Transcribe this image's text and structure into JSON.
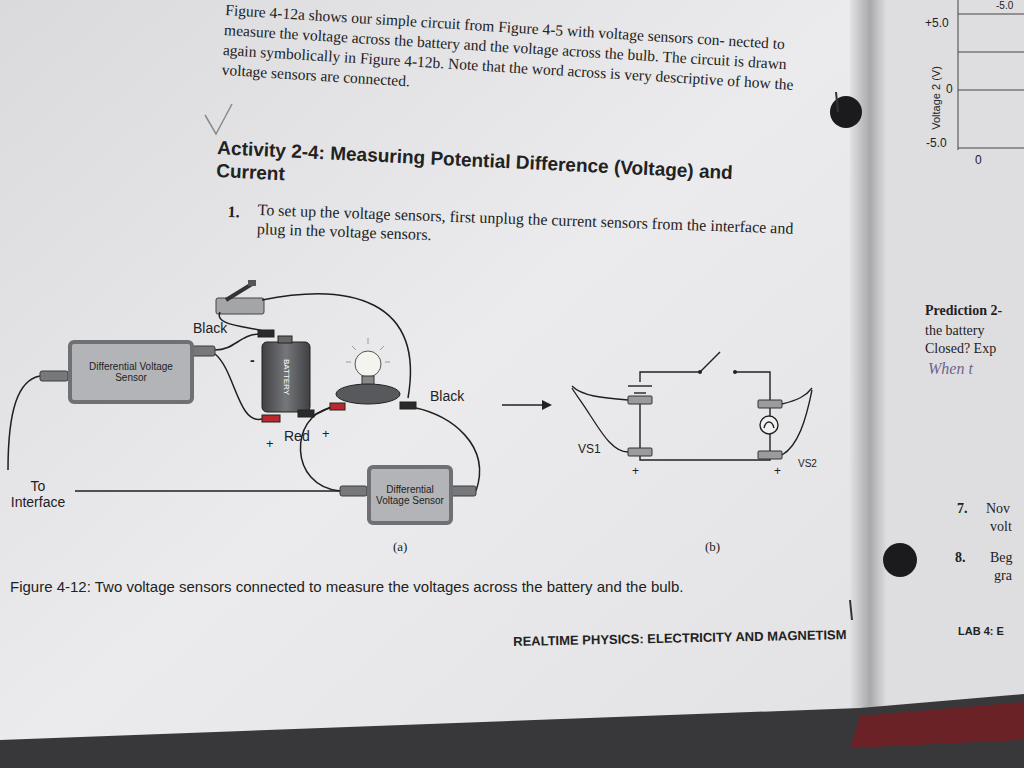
{
  "diagram": {
    "title": "Activity 2-4: Measuring Potential Difference (Voltage) and Current",
    "caption": "Figure 4-12: Two voltage sensors connected to measure the voltages across the battery and the bulb.",
    "nodes": [
      {
        "text": [
          "Differential Voltage Sensor"
        ]
      },
      {
        "text": [
          "Differential Voltage Sensor"
        ]
      }
    ],
    "labels": [
      "Figure 4-12a shows our simple circuit from Figure 4-5 with voltage sensors con- nected to measure the voltage across the battery and the voltage across the bulb. The circuit is drawn again symbolically in Figure 4-12b. Note that the word across is very descriptive of how the voltage sensors are connected.",
      "1.",
      "To set up the voltage sensors, first unplug the current sensors from the interface and plug in the voltage sensors.",
      "Black",
      "BATTERY",
      "-",
      "Red",
      "+",
      "+",
      "Black",
      "To Interface",
      "(a)",
      "(b)",
      "VS1",
      "VS2",
      "+",
      "+",
      "REALTIME PHYSICS: ELECTRICITY AND MAGNETISM",
      "-5.0",
      "+5.0",
      "Voltage 2 (V)",
      "0",
      "-5.0",
      "0",
      "Prediction 2-",
      "the battery",
      "Closed? Exp",
      "When t",
      "7.",
      "Nov",
      "volt",
      "8.",
      "Beg",
      "gra",
      "LAB 4: E"
    ]
  }
}
